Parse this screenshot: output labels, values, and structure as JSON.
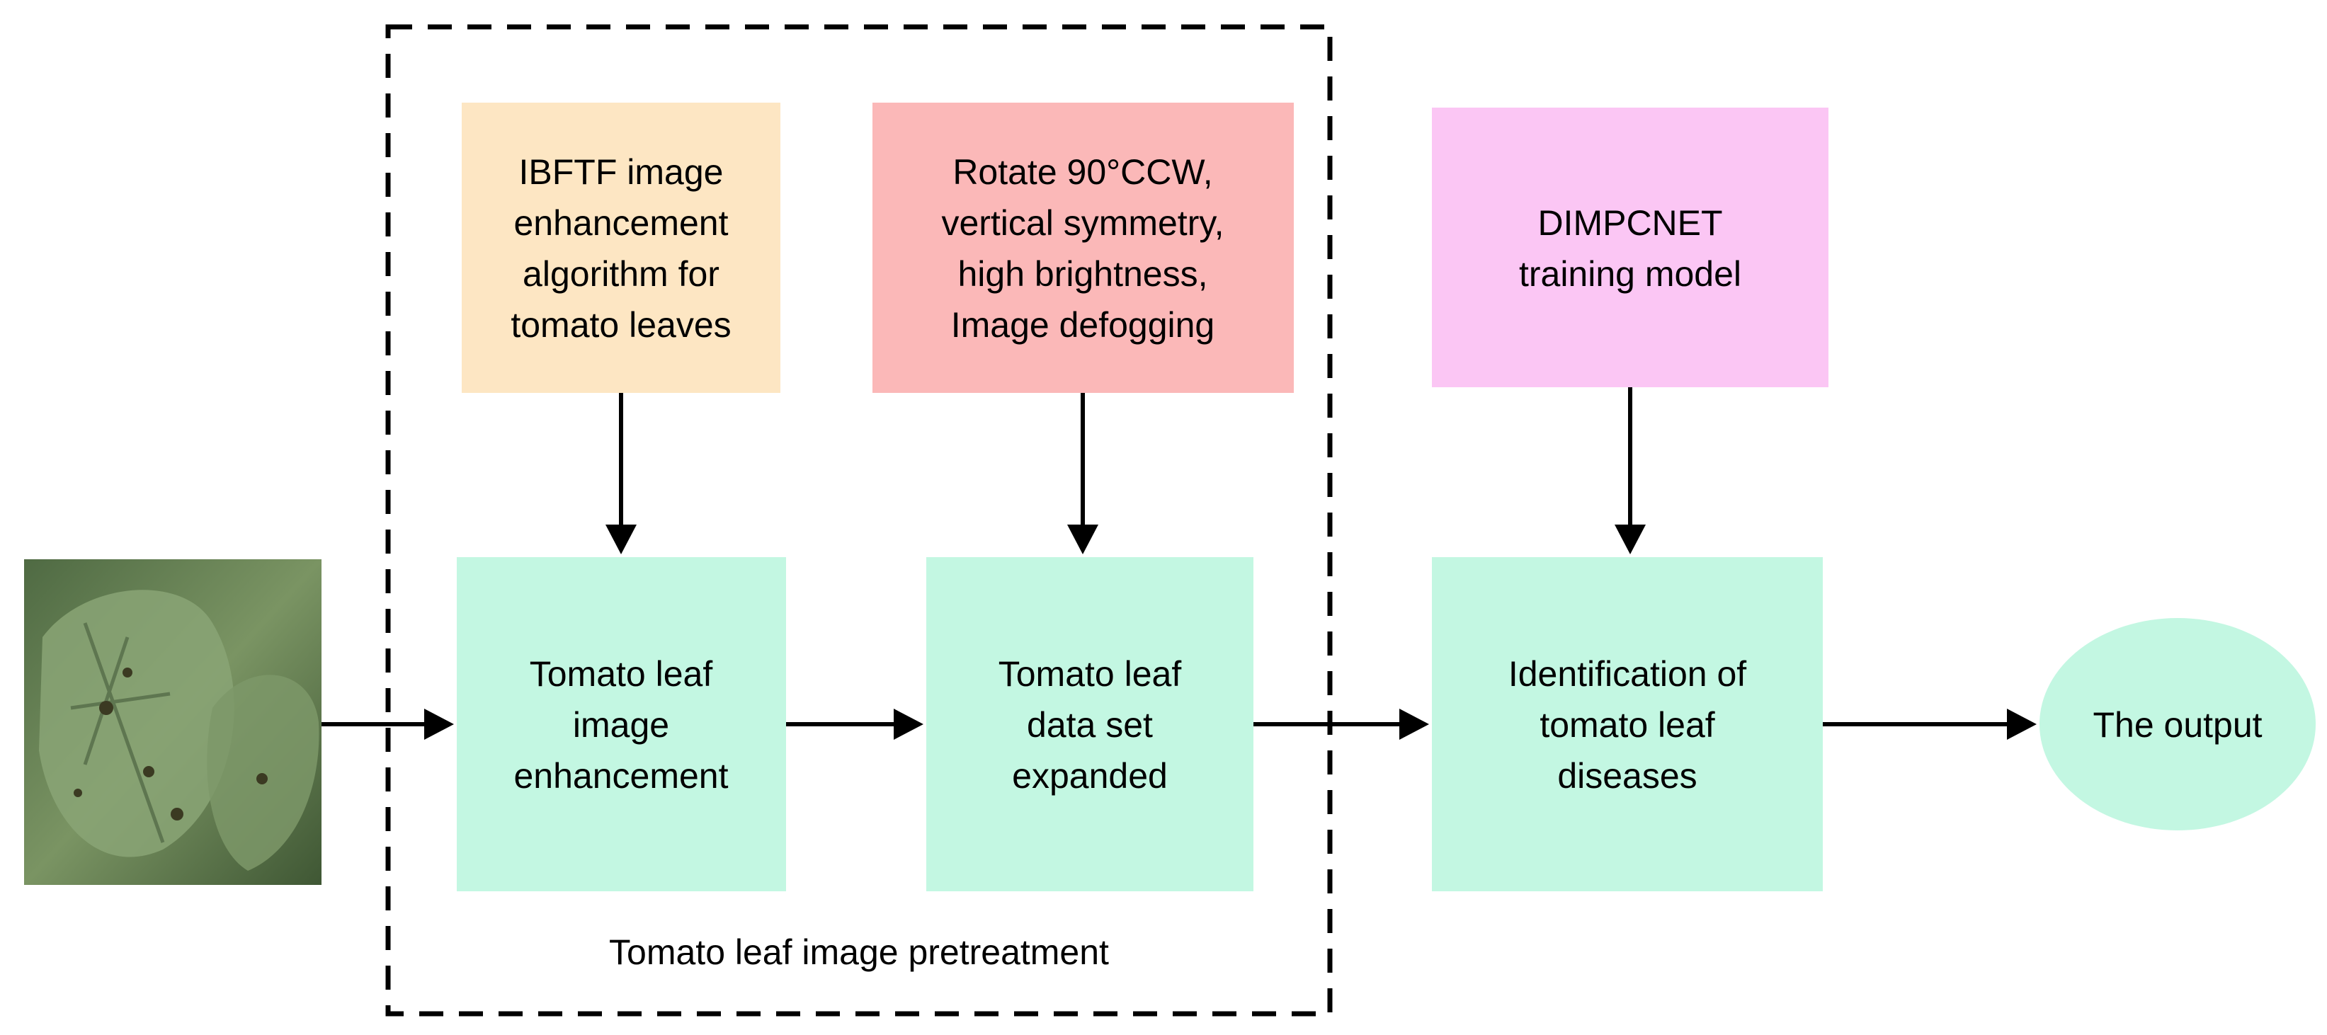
{
  "colors": {
    "enhance_box": "#fde6c3",
    "augment_box": "#fbb8b8",
    "model_box": "#fbc6f4",
    "process_box": "#c3f7e2",
    "output_ellipse": "#c3f7e2",
    "arrow": "#000000",
    "dashed_border": "#000000"
  },
  "input_image": {
    "icon": "tomato-leaf-photo"
  },
  "top_boxes": {
    "enhancement_method": [
      "IBFTF image",
      "enhancement",
      "algorithm for",
      "tomato leaves"
    ],
    "augmentation_method": [
      "Rotate 90°CCW,",
      "vertical symmetry,",
      "high brightness,",
      "Image defogging"
    ],
    "model": [
      "DIMPCNET",
      "training model"
    ]
  },
  "process_boxes": {
    "enhancement": [
      "Tomato leaf",
      "image",
      "enhancement"
    ],
    "dataset": [
      "Tomato leaf",
      "data set",
      "expanded"
    ],
    "identification": [
      "Identification of",
      "tomato leaf",
      "diseases"
    ]
  },
  "output": {
    "label": "The output"
  },
  "pretreatment_group": {
    "label": "Tomato leaf image pretreatment"
  }
}
